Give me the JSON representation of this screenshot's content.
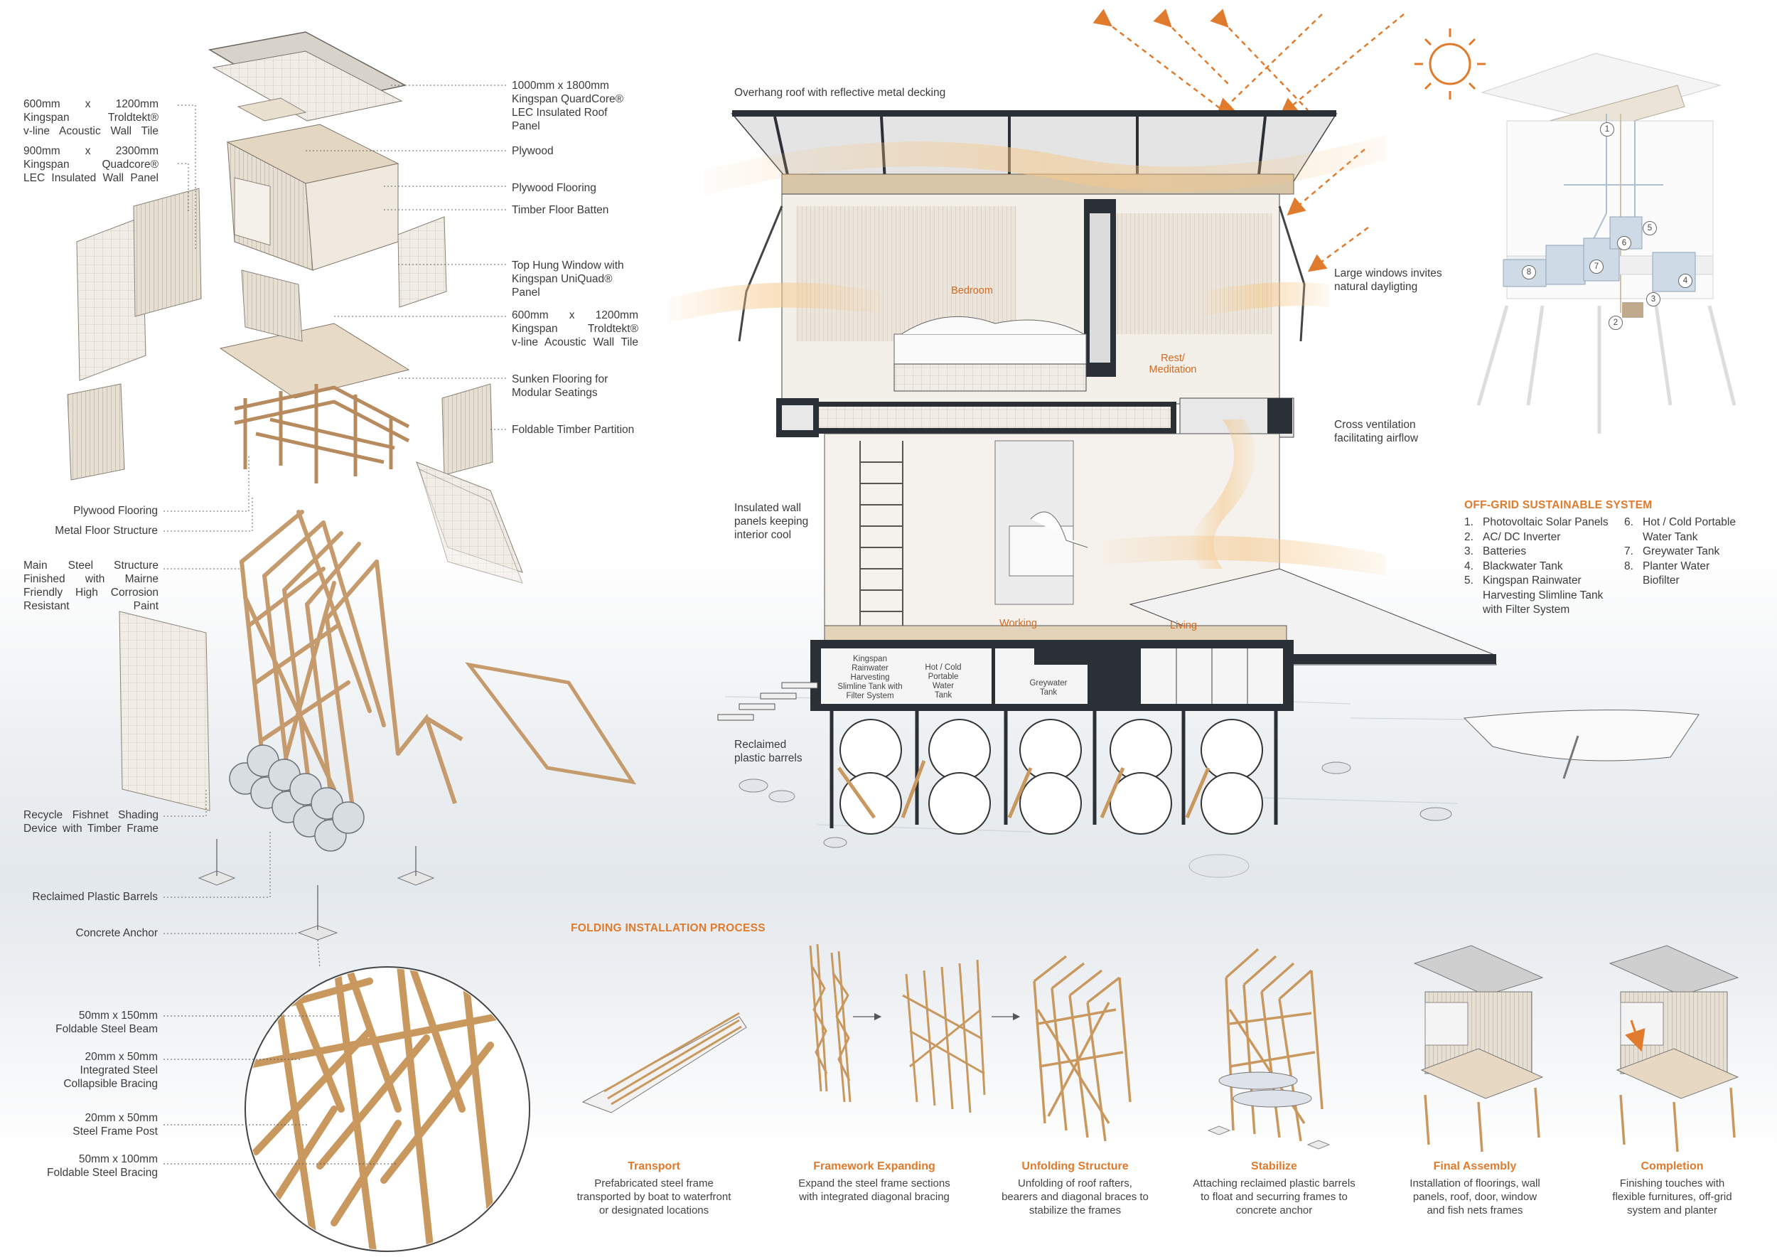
{
  "exploded": {
    "left_labels": [
      {
        "id": "wall-tile-1",
        "text": "600mm x 1200mm\nKingspan Troldtekt®\nv-line Acoustic Wall Tile"
      },
      {
        "id": "wall-panel",
        "text": "900mm x 2300mm\nKingspan Quadcore®\nLEC Insulated Wall Panel"
      },
      {
        "id": "plywood-flooring-left",
        "text": "Plywood Flooring"
      },
      {
        "id": "metal-floor",
        "text": "Metal Floor Structure"
      },
      {
        "id": "main-steel",
        "text": "Main Steel Structure\nFinished with Mairne\nFriendly High Corrosion\nResistant Paint"
      },
      {
        "id": "fishnet",
        "text": "Recycle Fishnet Shading\nDevice with Timber Frame"
      },
      {
        "id": "barrels",
        "text": "Reclaimed Plastic Barrels"
      },
      {
        "id": "anchor",
        "text": "Concrete Anchor"
      }
    ],
    "right_labels": [
      {
        "id": "roof-panel",
        "text": "1000mm x 1800mm\nKingspan QuardCore®\nLEC Insulated Roof\nPanel"
      },
      {
        "id": "plywood",
        "text": "Plywood"
      },
      {
        "id": "plywood-flooring",
        "text": "Plywood Flooring"
      },
      {
        "id": "timber-batten",
        "text": "Timber Floor Batten"
      },
      {
        "id": "top-hung-window",
        "text": "Top Hung Window with\nKingspan UniQuad®\nPanel"
      },
      {
        "id": "wall-tile-2",
        "text": "600mm x 1200mm\nKingspan Troldtekt®\nv-line Acoustic Wall Tile"
      },
      {
        "id": "sunken-flooring",
        "text": "Sunken Flooring for\nModular Seatings"
      },
      {
        "id": "timber-partition",
        "text": "Foldable Timber Partition"
      }
    ]
  },
  "detail": {
    "labels": [
      {
        "id": "beam",
        "text": "50mm x 150mm\nFoldable Steel Beam"
      },
      {
        "id": "bracing-collapsible",
        "text": "20mm x 50mm\nIntegrated Steel\nCollapsible Bracing"
      },
      {
        "id": "post",
        "text": "20mm x 50mm\nSteel Frame Post"
      },
      {
        "id": "bracing-foldable",
        "text": "50mm x 100mm\nFoldable Steel Bracing"
      }
    ]
  },
  "section": {
    "annotations": [
      {
        "id": "roof",
        "text": "Overhang roof with reflective metal decking"
      },
      {
        "id": "windows",
        "text": "Large windows invites\nnatural dayligting"
      },
      {
        "id": "ventilation",
        "text": "Cross ventilation\nfacilitating airflow"
      },
      {
        "id": "insulated",
        "text": "Insulated wall\npanels keeping\ninterior cool"
      },
      {
        "id": "barrels",
        "text": "Reclaimed\nplastic barrels"
      }
    ],
    "rooms": [
      {
        "id": "bedroom",
        "text": "Bedroom"
      },
      {
        "id": "rest",
        "text": "Rest/\nMeditation"
      },
      {
        "id": "working",
        "text": "Working"
      },
      {
        "id": "living",
        "text": "Living"
      }
    ],
    "tanks": [
      {
        "id": "rainwater",
        "text": "Kingspan\nRainwater\nHarvesting\nSlimline Tank with\nFilter System"
      },
      {
        "id": "potable",
        "text": "Hot / Cold\nPortable\nWater\nTank"
      },
      {
        "id": "greywater",
        "text": "Greywater\nTank"
      }
    ]
  },
  "offgrid": {
    "title": "OFF-GRID SUSTAINABLE SYSTEM",
    "items_col1": [
      {
        "n": "1.",
        "text": "Photovoltaic Solar Panels"
      },
      {
        "n": "2.",
        "text": "AC/ DC Inverter"
      },
      {
        "n": "3.",
        "text": "Batteries"
      },
      {
        "n": "4.",
        "text": "Blackwater Tank"
      },
      {
        "n": "5.",
        "text": "Kingspan Rainwater\nHarvesting Slimline Tank\nwith Filter System"
      }
    ],
    "items_col2": [
      {
        "n": "6.",
        "text": "Hot / Cold Portable\nWater Tank"
      },
      {
        "n": "7.",
        "text": "Greywater Tank"
      },
      {
        "n": "8.",
        "text": "Planter Water\nBiofilter"
      }
    ],
    "markers": [
      "1",
      "2",
      "3",
      "4",
      "5",
      "6",
      "7",
      "8"
    ]
  },
  "process": {
    "title": "FOLDING INSTALLATION PROCESS",
    "steps": [
      {
        "title": "Transport",
        "desc": "Prefabricated steel frame\ntransported by boat to waterfront\nor designated locations"
      },
      {
        "title": "Framework Expanding",
        "desc": "Expand the steel frame sections\nwith integrated diagonal bracing"
      },
      {
        "title": "Unfolding Structure",
        "desc": "Unfolding of roof rafters,\nbearers and diagonal braces to\nstabilize the frames"
      },
      {
        "title": "Stabilize",
        "desc": "Attaching reclaimed plastic barrels\nto float and securring frames to\nconcrete anchor"
      },
      {
        "title": "Final Assembly",
        "desc": "Installation of floorings, wall\npanels, roof, door, window\nand fish nets frames"
      },
      {
        "title": "Completion",
        "desc": "Finishing touches with\nflexible furnitures, off-grid\nsystem and planter"
      }
    ]
  },
  "colors": {
    "accent": "#e07a2c",
    "steel": "#2b2f36",
    "timber": "#c9a27a",
    "panel": "#d9d2c7",
    "water": "#e6ebef"
  }
}
